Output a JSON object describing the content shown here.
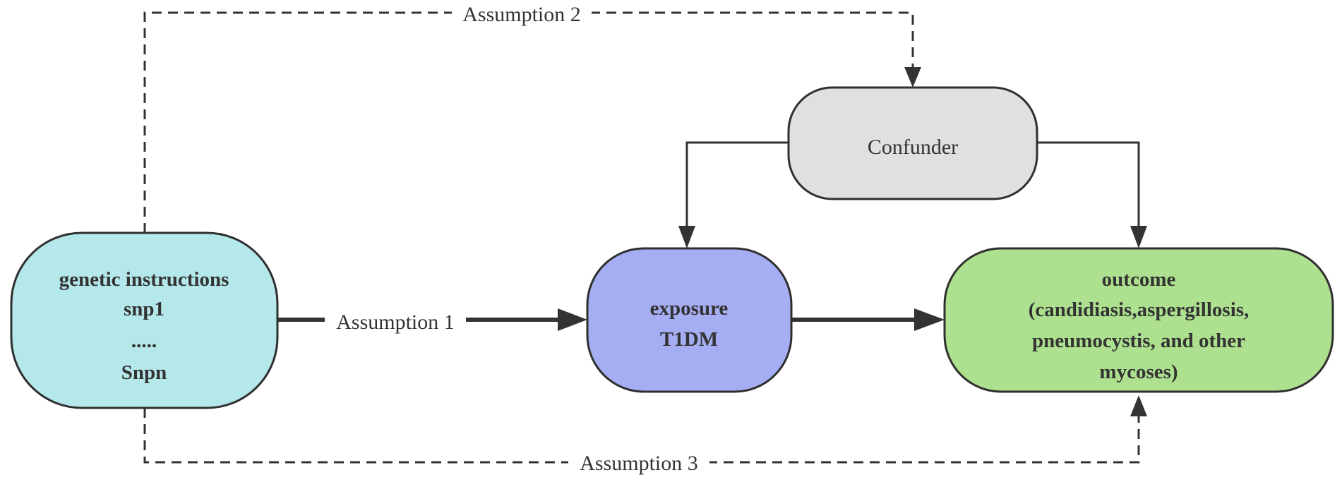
{
  "nodes": {
    "genetic": {
      "lines": [
        "genetic instructions",
        "snp1",
        ".....",
        "Snpn"
      ],
      "fill": "#b5e8eb"
    },
    "exposure": {
      "lines": [
        "exposure",
        "T1DM"
      ],
      "fill": "#a5aef3"
    },
    "outcome": {
      "lines": [
        "outcome",
        "(candidiasis,aspergillosis,",
        "pneumocystis, and other",
        "mycoses)"
      ],
      "fill": "#aee18f"
    },
    "confounder": {
      "label": "Confunder",
      "fill": "#e0e0e0"
    }
  },
  "edges": {
    "assumption1": "Assumption 1",
    "assumption2": "Assumption 2",
    "assumption3": "Assumption 3"
  }
}
